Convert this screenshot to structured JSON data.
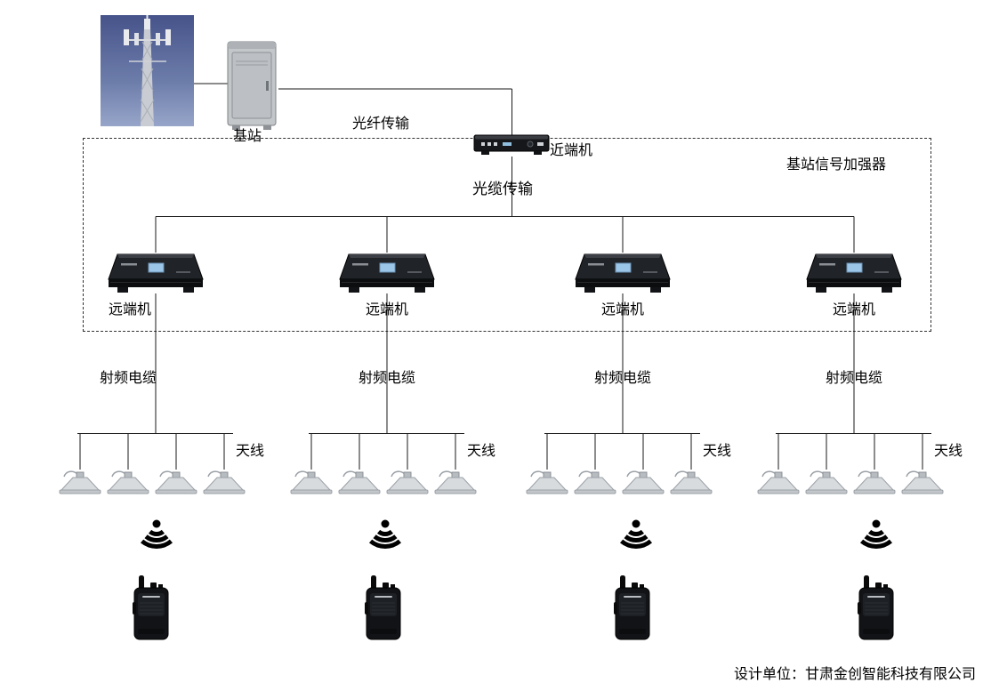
{
  "diagram": {
    "base_station_label": "基站",
    "fiber_transmission_label": "光纤传输",
    "near_end_unit_label": "近端机",
    "booster_label": "基站信号加强器",
    "optical_cable_label": "光缆传输"
  },
  "branches": [
    {
      "remote_unit_label": "远端机",
      "rf_cable_label": "射频电缆",
      "antenna_label": "天线"
    },
    {
      "remote_unit_label": "远端机",
      "rf_cable_label": "射频电缆",
      "antenna_label": "天线"
    },
    {
      "remote_unit_label": "远端机",
      "rf_cable_label": "射频电缆",
      "antenna_label": "天线"
    },
    {
      "remote_unit_label": "远端机",
      "rf_cable_label": "射频电缆",
      "antenna_label": "天线"
    }
  ],
  "footer": {
    "designer": "设计单位：甘肃金创智能科技有限公司"
  },
  "colors": {
    "line": "#1a1a1a",
    "device_black": "#121316",
    "screen_blue": "#9cc6e8",
    "sky_blue": "#4a5a8e"
  }
}
